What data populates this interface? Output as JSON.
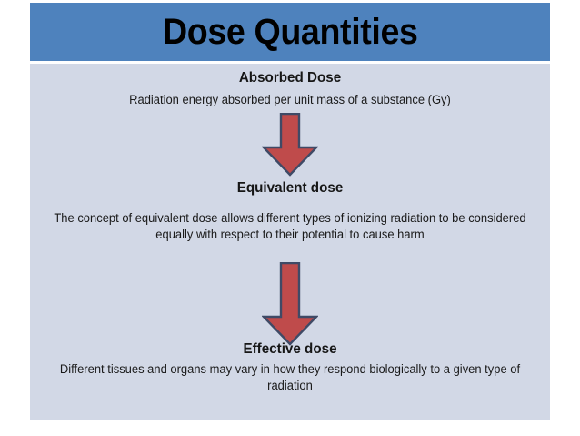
{
  "slide": {
    "title": "Dose Quantities",
    "title_banner_color": "#4e82bd",
    "panel_color": "#d2d8e6",
    "page_background": "#ffffff"
  },
  "sections": [
    {
      "id": "absorbed",
      "heading": "Absorbed Dose",
      "body": "Radiation energy absorbed per unit mass of a substance (Gy)"
    },
    {
      "id": "equivalent",
      "heading": "Equivalent dose",
      "body": "The concept of equivalent dose allows different types of ionizing radiation to be considered equally with respect to their potential to cause harm"
    },
    {
      "id": "effective",
      "heading": "Effective dose",
      "body": "Different tissues and organs may vary in how they respond biologically to a given type of radiation"
    }
  ],
  "arrows": [
    {
      "id": "arrow-absorbed-to-equivalent",
      "direction": "down",
      "fill_color": "#bf4b4b",
      "outline_color": "#3f4a66"
    },
    {
      "id": "arrow-equivalent-to-effective",
      "direction": "down",
      "fill_color": "#bf4b4b",
      "outline_color": "#3f4a66"
    }
  ]
}
